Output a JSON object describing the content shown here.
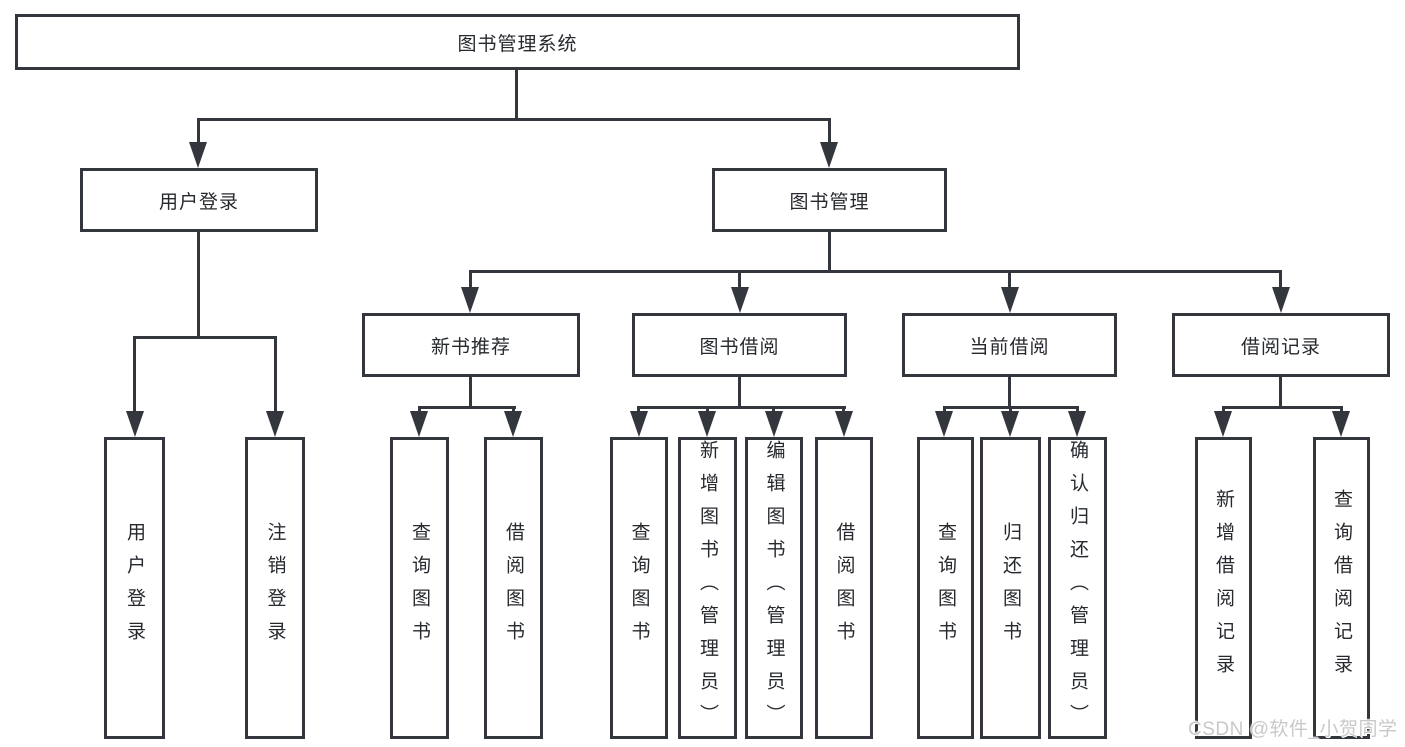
{
  "tree": {
    "label": "图书管理系统",
    "children": [
      {
        "label": "用户登录",
        "children": [
          {
            "label": "用户登录"
          },
          {
            "label": "注销登录"
          }
        ]
      },
      {
        "label": "图书管理",
        "children": [
          {
            "label": "新书推荐",
            "children": [
              {
                "label": "查询图书"
              },
              {
                "label": "借阅图书"
              }
            ]
          },
          {
            "label": "图书借阅",
            "children": [
              {
                "label": "查询图书"
              },
              {
                "label": "新增图书（管理员）"
              },
              {
                "label": "编辑图书（管理员）"
              },
              {
                "label": "借阅图书"
              }
            ]
          },
          {
            "label": "当前借阅",
            "children": [
              {
                "label": "查询图书"
              },
              {
                "label": "归还图书"
              },
              {
                "label": "确认归还（管理员）"
              }
            ]
          },
          {
            "label": "借阅记录",
            "children": [
              {
                "label": "新增借阅记录"
              },
              {
                "label": "查询借阅记录"
              }
            ]
          }
        ]
      }
    ]
  },
  "watermark": "CSDN @软件_小贺同学",
  "colors": {
    "line": "#33373d",
    "text": "#26292e",
    "watermark": "#c9c9c9",
    "background": "#ffffff"
  }
}
